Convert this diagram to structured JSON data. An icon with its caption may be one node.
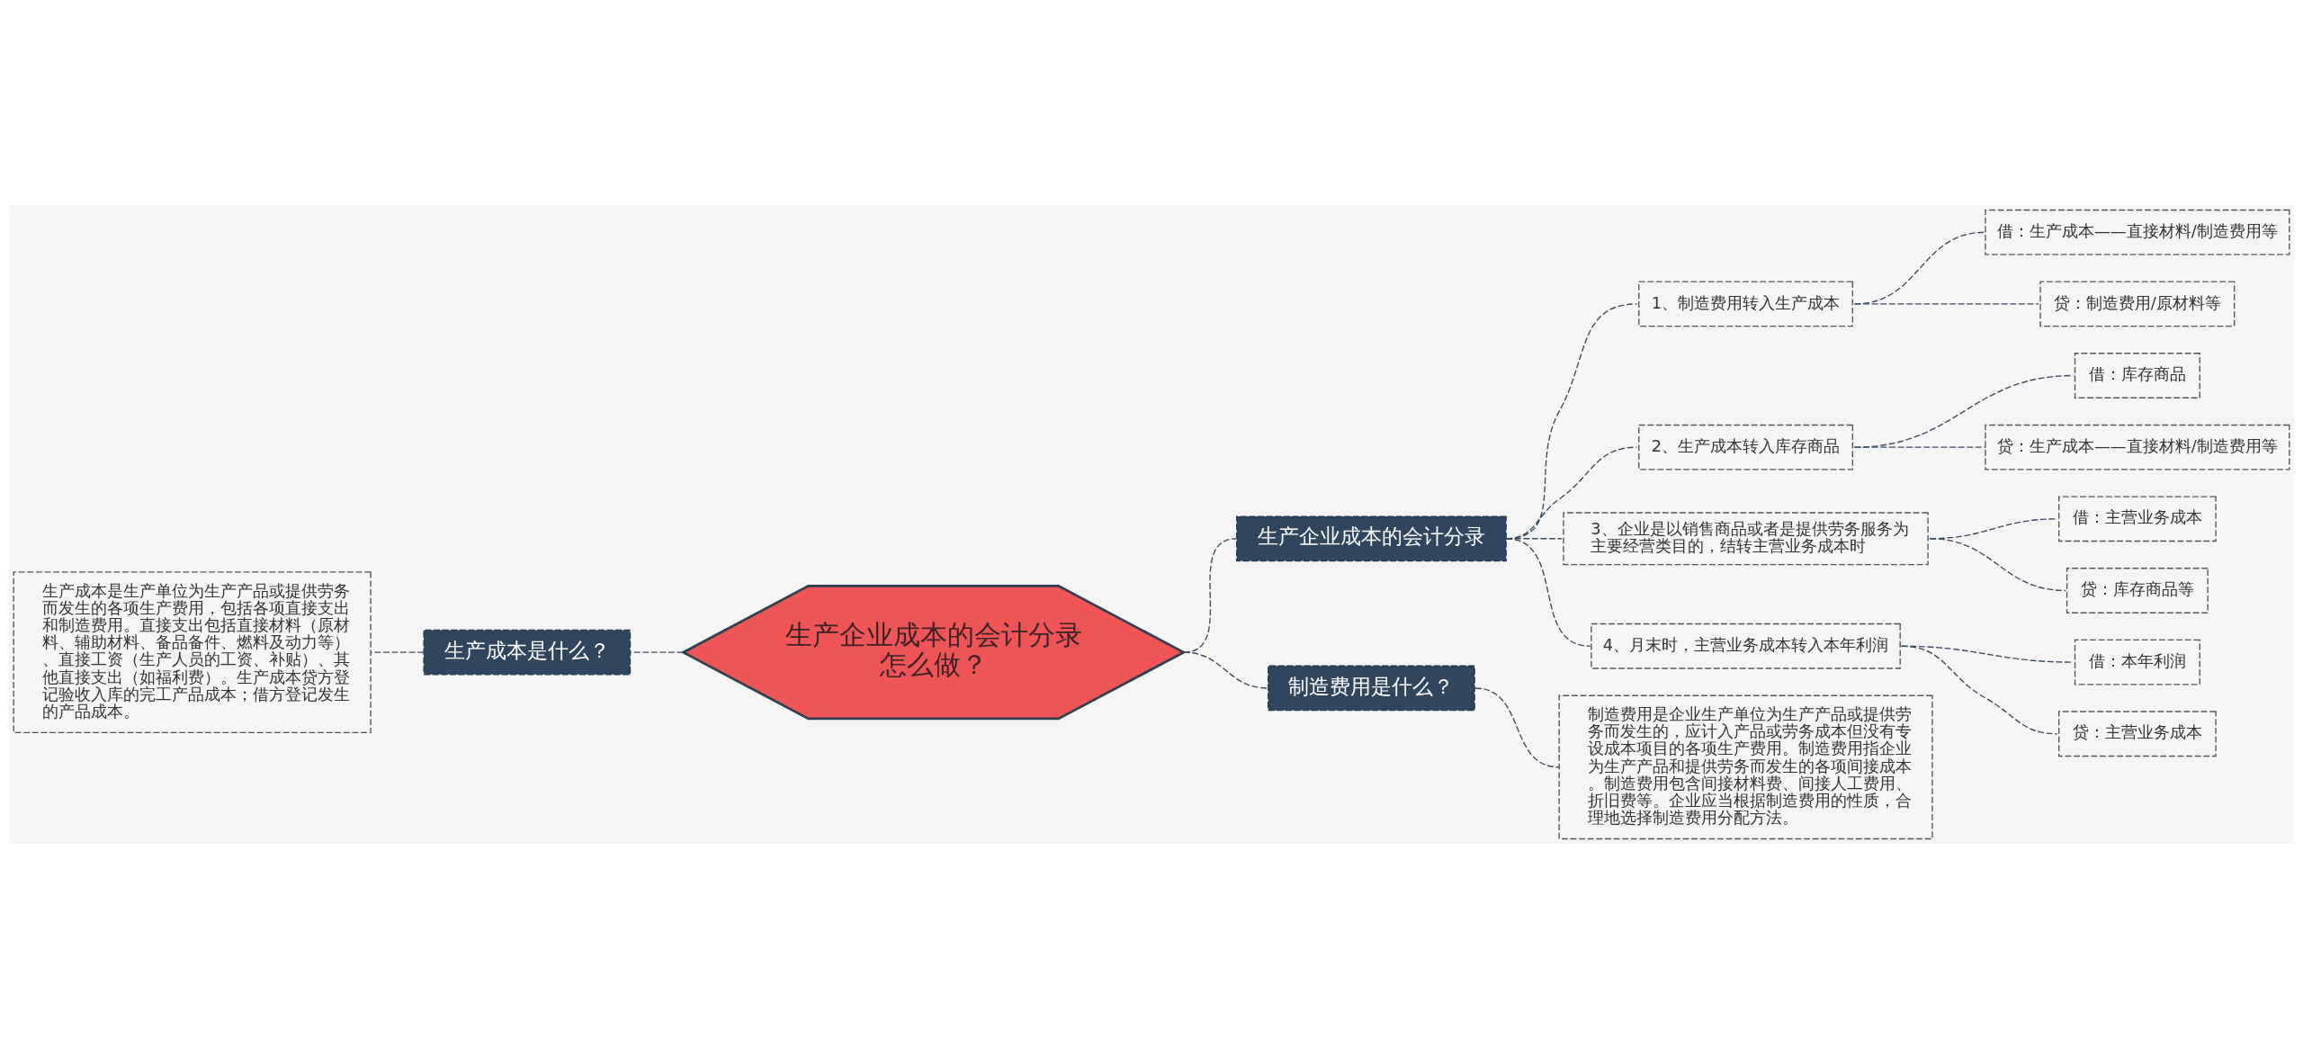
{
  "diagram": {
    "nodes": [
      {
        "text": [
          "生产企业成本的会计分录怎么做？"
        ]
      },
      {
        "text": [
          "生产成本是什么？"
        ]
      },
      {
        "text": [
          "生产成本是生产单位为生产产品或提供劳务而发生的各项生产费用，包括各项直接支出和制造费用。直接支出包括直接材料（原材料、辅助材料、备品备件、燃料及动力等）、直接工资（生产人员的工资、补贴）、其他直接支出（如福利费）。生产成本贷方登记验收入库的完工产品成本；借方登记发生的产品成本。"
        ]
      },
      {
        "text": [
          "生产企业成本的会计分录"
        ]
      },
      {
        "text": [
          "1、制造费用转入生产成本"
        ]
      },
      {
        "text": [
          "借：生产成本——直接材料/制造费用等"
        ]
      },
      {
        "text": [
          "贷：制造费用/原材料等"
        ]
      },
      {
        "text": [
          "2、生产成本转入库存商品"
        ]
      },
      {
        "text": [
          "借：库存商品"
        ]
      },
      {
        "text": [
          "贷：生产成本——直接材料/制造费用等"
        ]
      },
      {
        "text": [
          "3、企业是以销售商品或者是提供劳务服务为主要经营类目的，结转主营业务成本时"
        ]
      },
      {
        "text": [
          "借：主营业务成本"
        ]
      },
      {
        "text": [
          "贷：库存商品等"
        ]
      },
      {
        "text": [
          "4、月末时，主营业务成本转入本年利润"
        ]
      },
      {
        "text": [
          "借：本年利润"
        ]
      },
      {
        "text": [
          "贷：主营业务成本"
        ]
      },
      {
        "text": [
          "制造费用是什么？"
        ]
      },
      {
        "text": [
          "制造费用是企业生产单位为生产产品或提供劳务而发生的，应计入产品或劳务成本但没有专设成本项目的各项生产费用。制造费用指企业为生产产品和提供劳务而发生的各项间接成本。制造费用包含间接材料费、间接人工费用、折旧费等。企业应当根据制造费用的性质，合理地选择制造费用分配方法。"
        ]
      }
    ],
    "edges": [
      {
        "from": 0,
        "to": 1,
        "arrow": "none",
        "style": "dashed"
      },
      {
        "from": 1,
        "to": 2,
        "arrow": "none",
        "style": "dashed"
      },
      {
        "from": 0,
        "to": 3,
        "arrow": "none",
        "style": "dashed"
      },
      {
        "from": 3,
        "to": 4,
        "arrow": "none",
        "style": "dashed"
      },
      {
        "from": 4,
        "to": 5,
        "arrow": "none",
        "style": "dashed"
      },
      {
        "from": 4,
        "to": 6,
        "arrow": "none",
        "style": "dashed"
      },
      {
        "from": 3,
        "to": 7,
        "arrow": "none",
        "style": "dashed"
      },
      {
        "from": 7,
        "to": 8,
        "arrow": "none",
        "style": "dashed"
      },
      {
        "from": 7,
        "to": 9,
        "arrow": "none",
        "style": "dashed"
      },
      {
        "from": 3,
        "to": 10,
        "arrow": "none",
        "style": "dashed"
      },
      {
        "from": 10,
        "to": 11,
        "arrow": "none",
        "style": "dashed"
      },
      {
        "from": 10,
        "to": 12,
        "arrow": "none",
        "style": "dashed"
      },
      {
        "from": 3,
        "to": 13,
        "arrow": "none",
        "style": "dashed"
      },
      {
        "from": 13,
        "to": 14,
        "arrow": "none",
        "style": "dashed"
      },
      {
        "from": 13,
        "to": 15,
        "arrow": "none",
        "style": "dashed"
      },
      {
        "from": 0,
        "to": 16,
        "arrow": "none",
        "style": "dashed"
      },
      {
        "from": 16,
        "to": 17,
        "arrow": "none",
        "style": "dashed"
      }
    ]
  }
}
